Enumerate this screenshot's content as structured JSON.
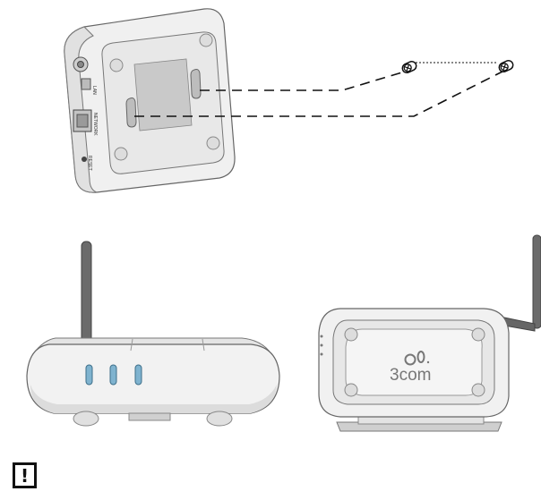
{
  "labels": {
    "port_top": "LAN",
    "port_network": "NETWORK",
    "port_reset": "RESET",
    "brand": "3com"
  },
  "icons": {
    "warning": "exclamation-icon"
  },
  "warning_glyph": "!",
  "colors": {
    "outline": "#555555",
    "body": "#efefef",
    "shadow": "#bdbdbd",
    "panel": "#c8c8c8",
    "led": "#7fb3cf",
    "antenna": "#666666"
  }
}
